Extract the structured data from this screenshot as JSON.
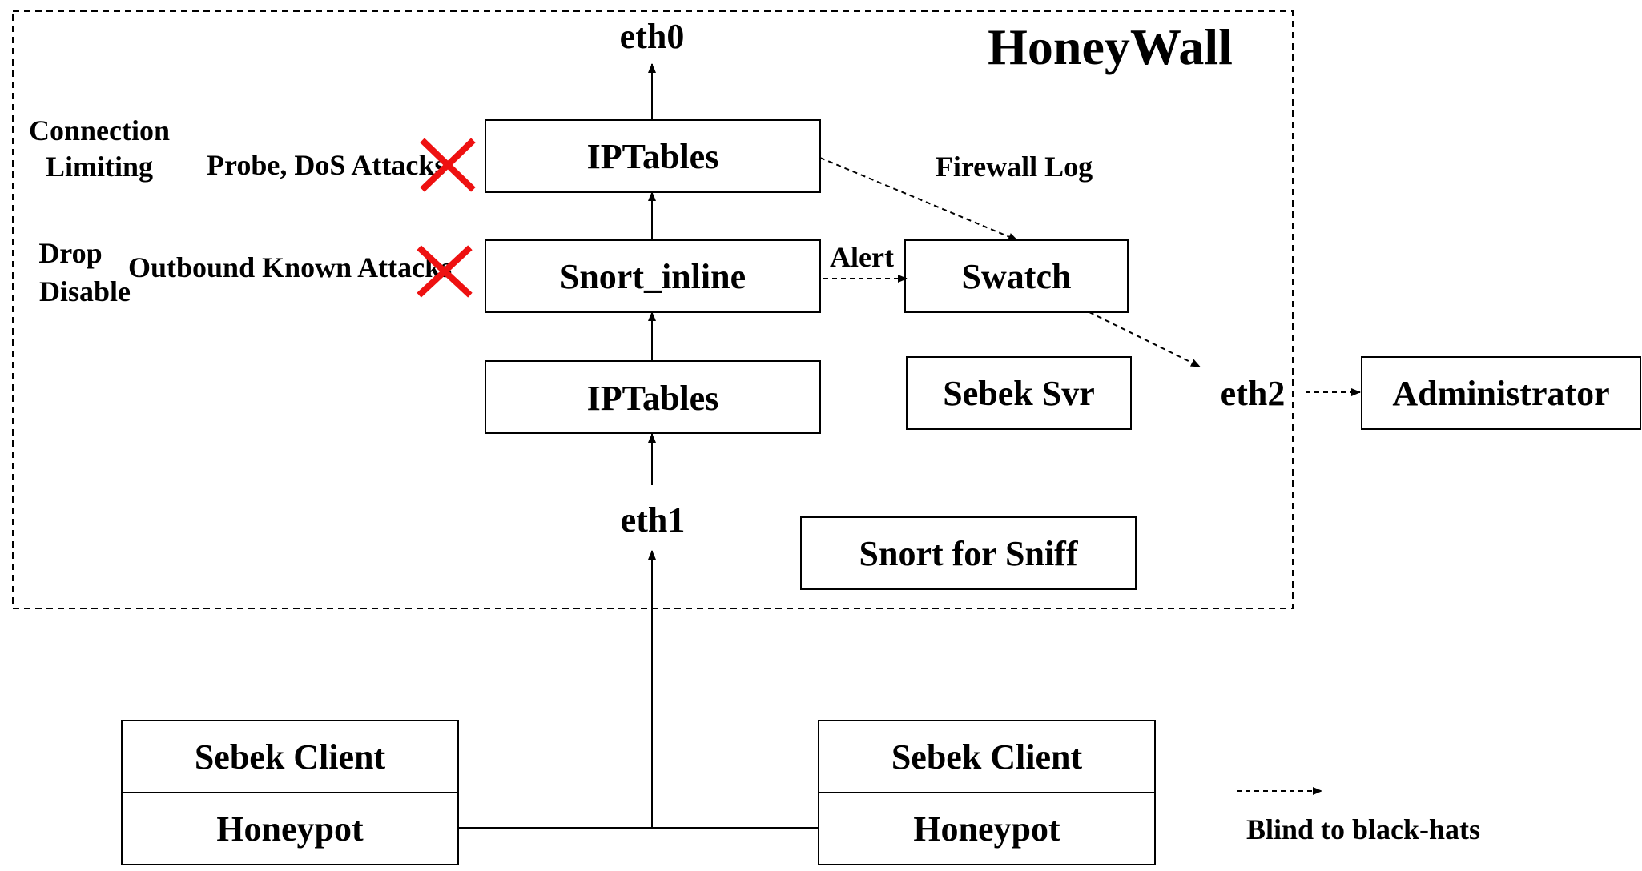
{
  "title": "HoneyWall",
  "ports": {
    "eth0": "eth0",
    "eth1": "eth1",
    "eth2": "eth2"
  },
  "boxes": {
    "iptables_top": "IPTables",
    "snort_inline": "Snort_inline",
    "iptables_bottom": "IPTables",
    "swatch": "Swatch",
    "sebek_svr": "Sebek Svr",
    "snort_sniff": "Snort for Sniff",
    "administrator": "Administrator"
  },
  "honeypots": [
    {
      "client": "Sebek Client",
      "pot": "Honeypot"
    },
    {
      "client": "Sebek Client",
      "pot": "Honeypot"
    }
  ],
  "labels": {
    "connection": "Connection",
    "limiting": "Limiting",
    "probe_dos": "Probe,  DoS Attacks",
    "drop": "Drop",
    "disable": "Disable",
    "outbound": "Outbound Known Attacks",
    "firewall_log": "Firewall Log",
    "alert": "Alert"
  },
  "legend": {
    "label": "Blind to black-hats"
  },
  "colors": {
    "blocked_mark": "#ee1111",
    "lines": "#000000"
  }
}
